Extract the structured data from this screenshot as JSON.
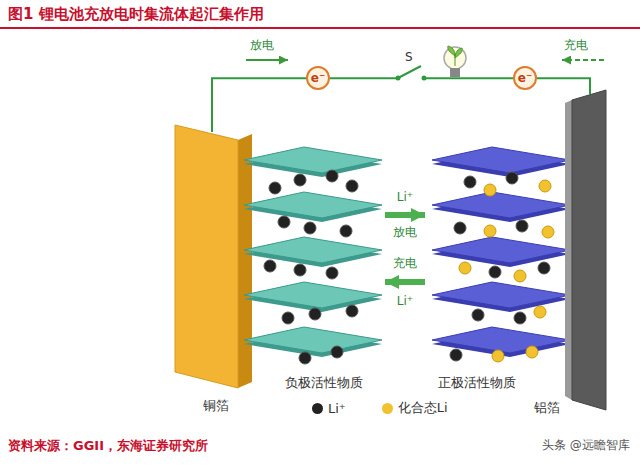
{
  "diagram": {
    "title": "图1 锂电池充放电时集流体起汇集作用",
    "caption": "资料来源：GGII，东海证券研究所",
    "nodes": [
      {
        "text": [
          "e⁻"
        ]
      },
      {
        "text": [
          "e⁻"
        ]
      },
      {
        "text": [
          "铜箔"
        ]
      },
      {
        "text": [
          "负极活性物质"
        ]
      },
      {
        "text": [
          "正极活性物质"
        ]
      },
      {
        "text": [
          "铝箔"
        ]
      }
    ],
    "edges": [
      {
        "from": 2,
        "to": 0,
        "arrow": "none"
      },
      {
        "from": 0,
        "to": 1,
        "arrow": "none"
      },
      {
        "from": 1,
        "to": 5,
        "arrow": "none"
      },
      {
        "from": 3,
        "to": 4,
        "arrow": "to",
        "label": "放电"
      },
      {
        "from": 4,
        "to": 3,
        "arrow": "to",
        "label": "充电"
      }
    ],
    "labels": [
      "放电",
      "S",
      "充电",
      "Li⁺",
      "Li⁺",
      "头条 @远瞻智库"
    ],
    "legend": [
      {
        "text": "Li⁺",
        "color": "#222222"
      },
      {
        "text": "化合态Li",
        "color": "#f2c12e"
      }
    ]
  }
}
